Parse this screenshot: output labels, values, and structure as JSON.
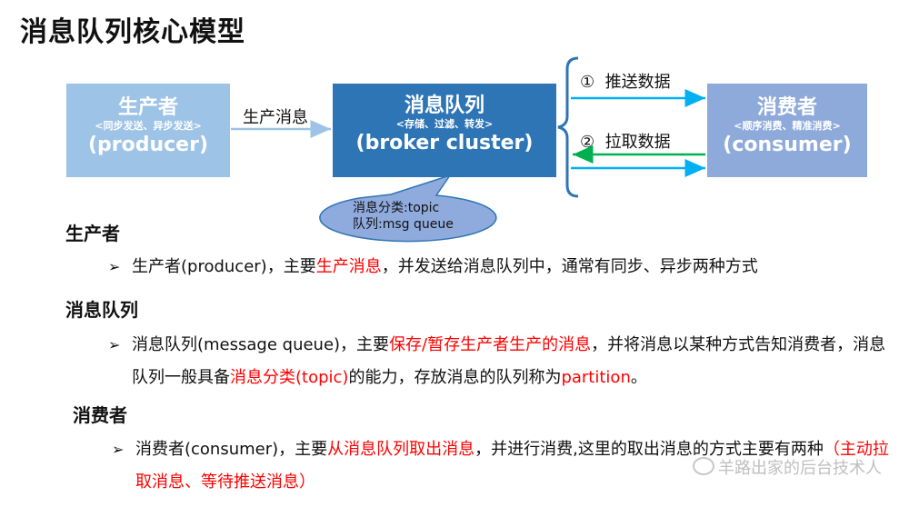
{
  "title": "消息队列核心模型",
  "diagram": {
    "producer": {
      "name": "生产者",
      "sub": "<同步发送、异步发送>",
      "en": "(producer)"
    },
    "broker": {
      "name": "消息队列",
      "sub": "<存储、过滤、转发>",
      "en": "(broker cluster)"
    },
    "consumer": {
      "name": "消费者",
      "sub": "<顺序消费、精准消费>",
      "en": "(consumer)"
    },
    "arrow_produce_label": "生产消息",
    "push_label": "①  推送数据",
    "pull_label": "②  拉取数据",
    "callout_line1": "消息分类:topic",
    "callout_line2": "队列:msg queue",
    "colors": {
      "producer": "#9dc3e6",
      "broker": "#2e75b6",
      "consumer": "#8eaadb",
      "push_arrow": "#00b0f0",
      "pull_arrow": "#00b050",
      "callout": "#8faadc"
    }
  },
  "sections": {
    "producer": {
      "heading": "生产者",
      "b1": "生产者(producer)，主要",
      "b1_red": "生产消息",
      "b1_tail": "，并发送给消息队列中，通常有同步、异步两种方式"
    },
    "broker": {
      "heading": "消息队列",
      "t1": "消息队列(message queue)，主要",
      "r1": "保存/暂存生产者生产的消息",
      "t2": "，并将消息以某种方式告知消费者，消息队列一般具备",
      "r2": "消息分类(topic)",
      "t3": "的能力，存放消息的队列称为",
      "r3": "partition",
      "t4": "。"
    },
    "consumer": {
      "heading": "消费者",
      "t1": "消费者(consumer)，主要",
      "r1": "从消息队列取出消息",
      "t2": "，并进行消费,这里的取出消息的方式主要有两种",
      "r2": "（主动拉取消息、等待推送消息）"
    }
  },
  "watermark": "羊路出家的后台技术人"
}
